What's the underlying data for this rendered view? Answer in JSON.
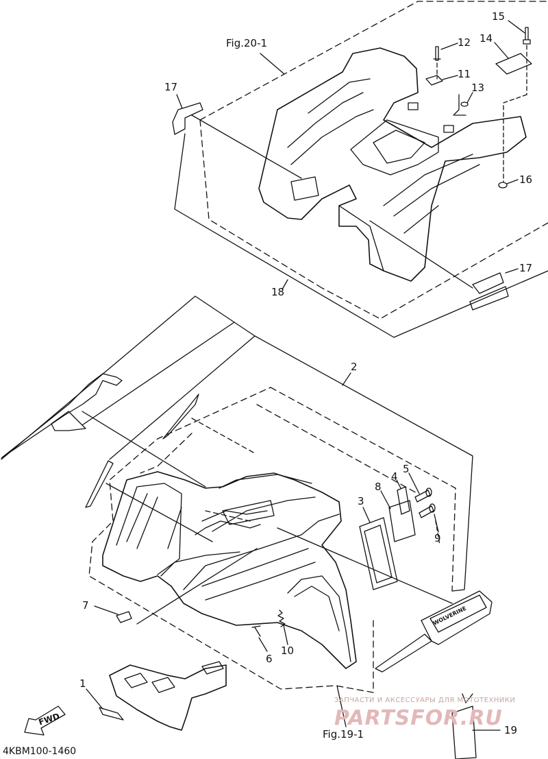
{
  "callouts": {
    "c1": "1",
    "c2": "2",
    "c3": "3",
    "c4": "4",
    "c5": "5",
    "c6": "6",
    "c7": "7",
    "c8": "8",
    "c9": "9",
    "c10": "10",
    "c11": "11",
    "c12": "12",
    "c13": "13",
    "c14": "14",
    "c15": "15",
    "c16": "16",
    "c17a": "17",
    "c17b": "17",
    "c18": "18",
    "c19": "19"
  },
  "figrefs": {
    "top": "Fig.20-1",
    "bottom": "Fig.19-1"
  },
  "drawing_code": "4KBM100-1460",
  "fwd_label": "FWD",
  "watermark": {
    "subtitle": "ЗАПЧАСТИ И АКСЕССУАРЫ ДЛЯ МОТОТЕХНИКИ",
    "brand": "PARTSFOR.RU"
  },
  "decal_text": "WOLVERINE",
  "colors": {
    "line": "#111111",
    "paper": "#ffffff",
    "watermark": "#e3b8b8"
  }
}
